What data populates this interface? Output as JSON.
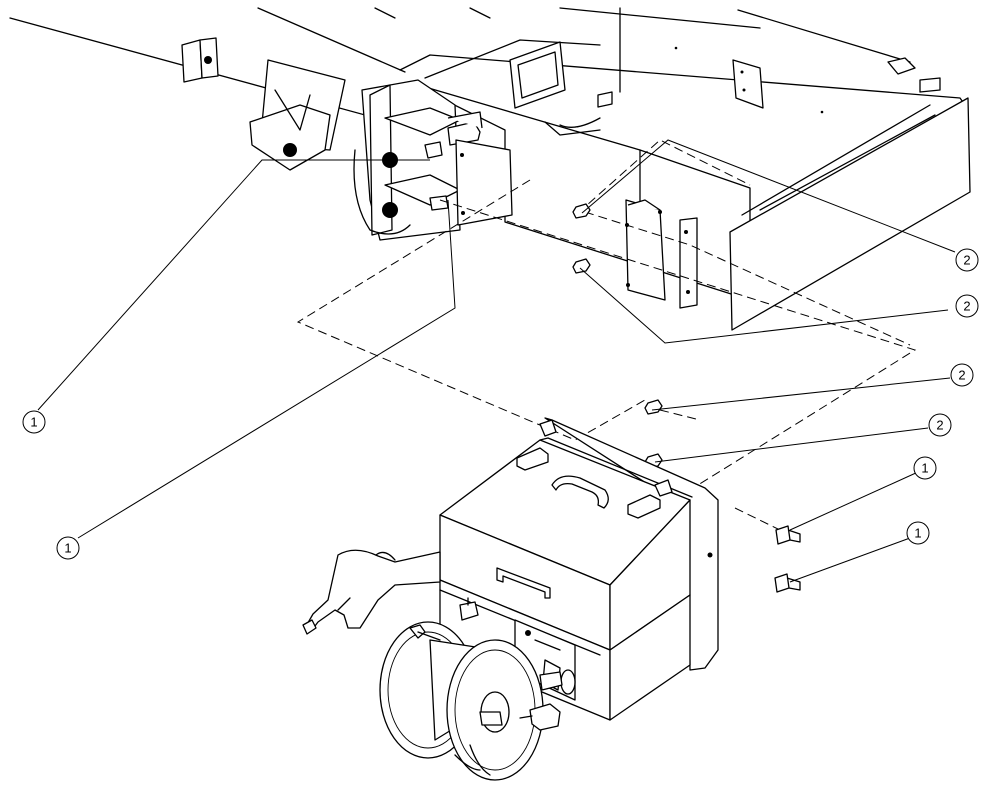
{
  "callouts": {
    "c1": "1",
    "c2": "1",
    "c3": "1",
    "c4": "1",
    "c5": "2",
    "c6": "2",
    "c7": "2",
    "c8": "2"
  },
  "colors": {
    "line": "#000000",
    "background": "#ffffff"
  }
}
